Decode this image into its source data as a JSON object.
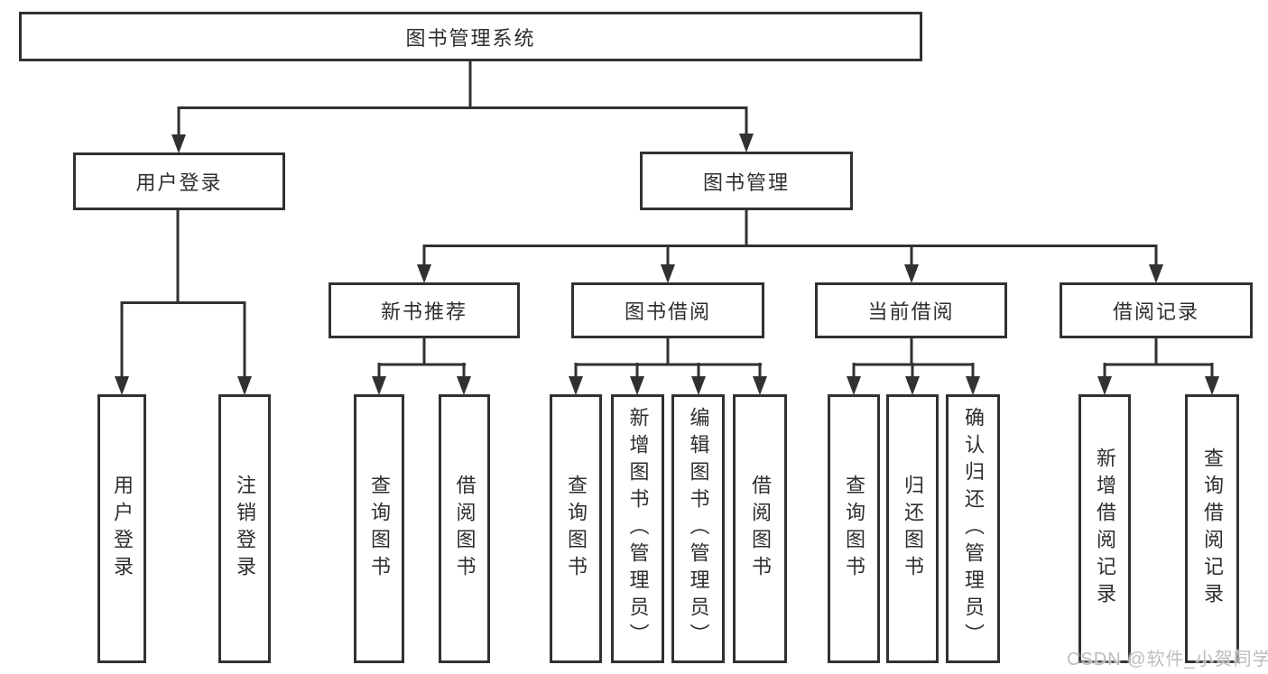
{
  "tree": {
    "root": "图书管理系统",
    "branches": [
      {
        "label": "用户登录",
        "children": [
          {
            "label": "用户登录"
          },
          {
            "label": "注销登录"
          }
        ]
      },
      {
        "label": "图书管理",
        "children": [
          {
            "label": "新书推荐",
            "children": [
              {
                "label": "查询图书"
              },
              {
                "label": "借阅图书"
              }
            ]
          },
          {
            "label": "图书借阅",
            "children": [
              {
                "label": "查询图书"
              },
              {
                "label": "新增图书（管理员）"
              },
              {
                "label": "编辑图书（管理员）"
              },
              {
                "label": "借阅图书"
              }
            ]
          },
          {
            "label": "当前借阅",
            "children": [
              {
                "label": "查询图书"
              },
              {
                "label": "归还图书"
              },
              {
                "label": "确认归还（管理员）"
              }
            ]
          },
          {
            "label": "借阅记录",
            "children": [
              {
                "label": "新增借阅记录"
              },
              {
                "label": "查询借阅记录"
              }
            ]
          }
        ]
      }
    ]
  },
  "watermark": "CSDN @软件_小贺同学",
  "colors": {
    "line": "#313131",
    "text": "#2e2e2e",
    "watermark": "#bdbdbd",
    "background": "#ffffff"
  }
}
